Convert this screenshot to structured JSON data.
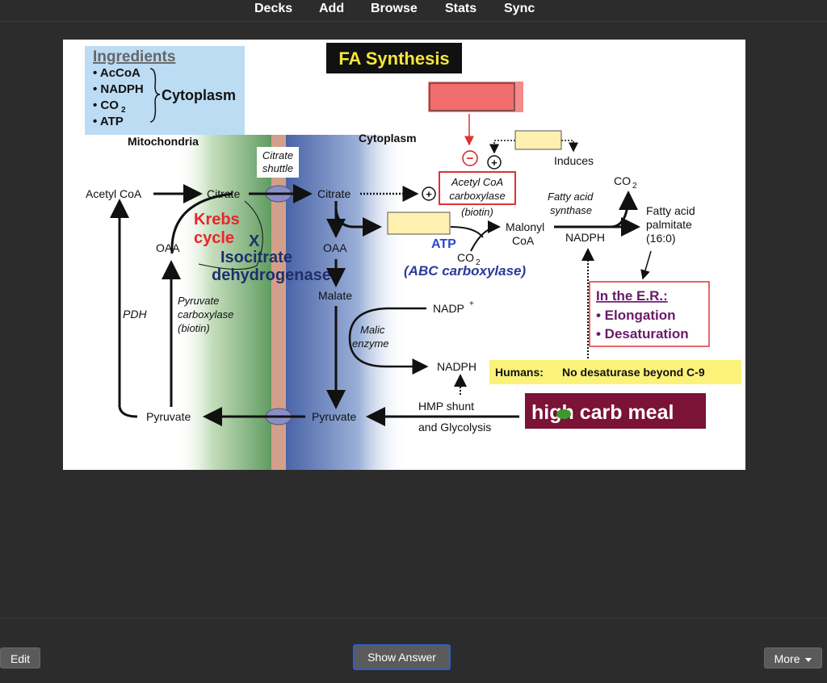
{
  "nav": {
    "decks": "Decks",
    "add": "Add",
    "browse": "Browse",
    "stats": "Stats",
    "sync": "Sync"
  },
  "diagram": {
    "title": "FA Synthesis",
    "ingredients": {
      "heading": "Ingredients",
      "items": [
        "• AcCoA",
        "• NADPH",
        "• CO",
        "• ATP"
      ],
      "co2_sub": "2",
      "location": "Cytoplasm"
    },
    "mitochondria": "Mitochondria",
    "cytoplasm": "Cytoplasm",
    "citrate_shuttle_1": "Citrate",
    "citrate_shuttle_2": "shuttle",
    "acetyl_coa": "Acetyl CoA",
    "citrate_left": "Citrate",
    "citrate_right": "Citrate",
    "krebs_1": "Krebs",
    "krebs_2": "cycle",
    "x_mark": "X",
    "isocitrate_1": "Isocitrate",
    "isocitrate_2": "dehydrogenase",
    "oaa_left": "OAA",
    "oaa_right": "OAA",
    "pdh": "PDH",
    "pyruvate_carboxylase_1": "Pyruvate",
    "pyruvate_carboxylase_2": "carboxylase",
    "pyruvate_carboxylase_3": "(biotin)",
    "malate": "Malate",
    "malic_1": "Malic",
    "malic_2": "enzyme",
    "nadp_plus": "NADP",
    "nadp_sup": "+",
    "nadph_lower": "NADPH",
    "hmp_1": "HMP shunt",
    "hmp_2": "and Glycolysis",
    "pyruvate_left": "Pyruvate",
    "pyruvate_right": "Pyruvate",
    "minus_sign": "−",
    "plus_sign": "+",
    "plus_sign_2": "+",
    "plus_sign_3": "+",
    "acc_1": "Acetyl CoA",
    "acc_2": "carboxylase",
    "acc_3": "(biotin)",
    "atp": "ATP",
    "co2_lower": "CO",
    "co2_lower_sub": "2",
    "abc": "(ABC carboxylase)",
    "induces": "Induces",
    "malonyl_1": "Malonyl",
    "malonyl_2": "CoA",
    "fas_1": "Fatty acid",
    "fas_2": "synthase",
    "nadph_upper": "NADPH",
    "co2_upper": "CO",
    "co2_upper_sub": "2",
    "palmitate_1": "Fatty acid",
    "palmitate_2": "palmitate",
    "palmitate_3": "(16:0)",
    "er_heading": "In the E.R.:",
    "er_1": "• Elongation",
    "er_2": "• Desaturation",
    "humans_label": "Humans:",
    "humans_text": "No desaturase beyond C-9",
    "high_carb": "high carb meal",
    "colors": {
      "red_box": "#f26d6d",
      "yellow_box": "#fff0b0",
      "maroon": "#7a1335",
      "krebs_red": "#e8262b",
      "navy": "#1f2f6b",
      "abc_blue": "#2a3a9a",
      "purple": "#6a1a6a"
    }
  },
  "bottom": {
    "edit": "Edit",
    "show_answer": "Show Answer",
    "more": "More"
  }
}
